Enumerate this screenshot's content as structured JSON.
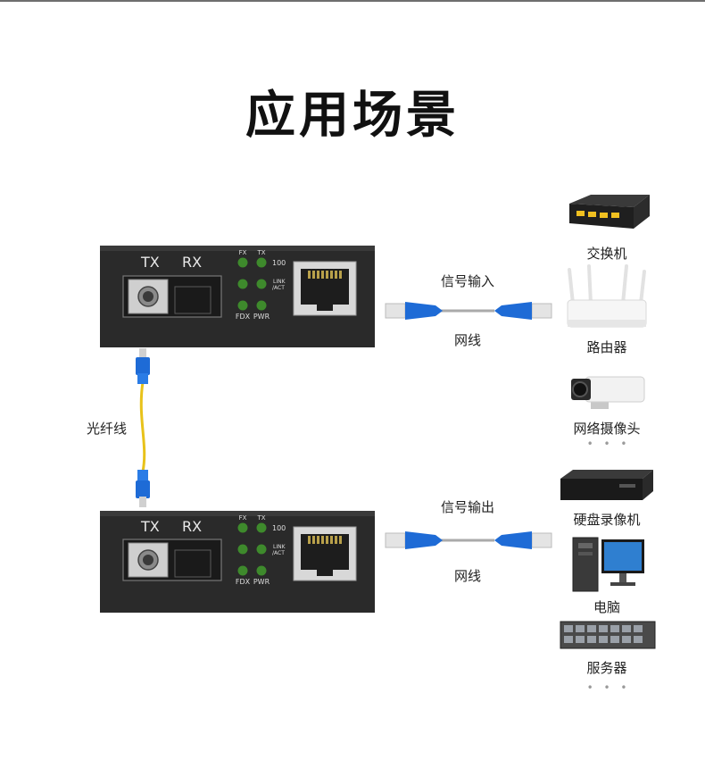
{
  "title": "应用场景",
  "converters": [
    {
      "port_labels": {
        "tx": "TX",
        "rx": "RX"
      },
      "led_labels": {
        "fx": "FX",
        "tx": "TX",
        "speed": "100",
        "link": "LINK",
        "act": "/ACT",
        "fdx": "FDX",
        "pwr": "PWR"
      },
      "signal_label": "信号输入",
      "cable_label": "网线"
    },
    {
      "port_labels": {
        "tx": "TX",
        "rx": "RX"
      },
      "led_labels": {
        "fx": "FX",
        "tx": "TX",
        "speed": "100",
        "link": "LINK",
        "act": "/ACT",
        "fdx": "FDX",
        "pwr": "PWR"
      },
      "signal_label": "信号输出",
      "cable_label": "网线"
    }
  ],
  "fiber_label": "光纤线",
  "devices_top": [
    "交换机",
    "路由器",
    "网络摄像头"
  ],
  "devices_bottom": [
    "硬盘录像机",
    "电脑",
    "服务器"
  ],
  "more_top": "• • •",
  "more_bottom": "• • •",
  "colors": {
    "converter": "#2a2a2a",
    "led": "#3e8a2c",
    "cable_blue": "#1e6bd6",
    "fiber_yellow": "#e8c21a"
  }
}
